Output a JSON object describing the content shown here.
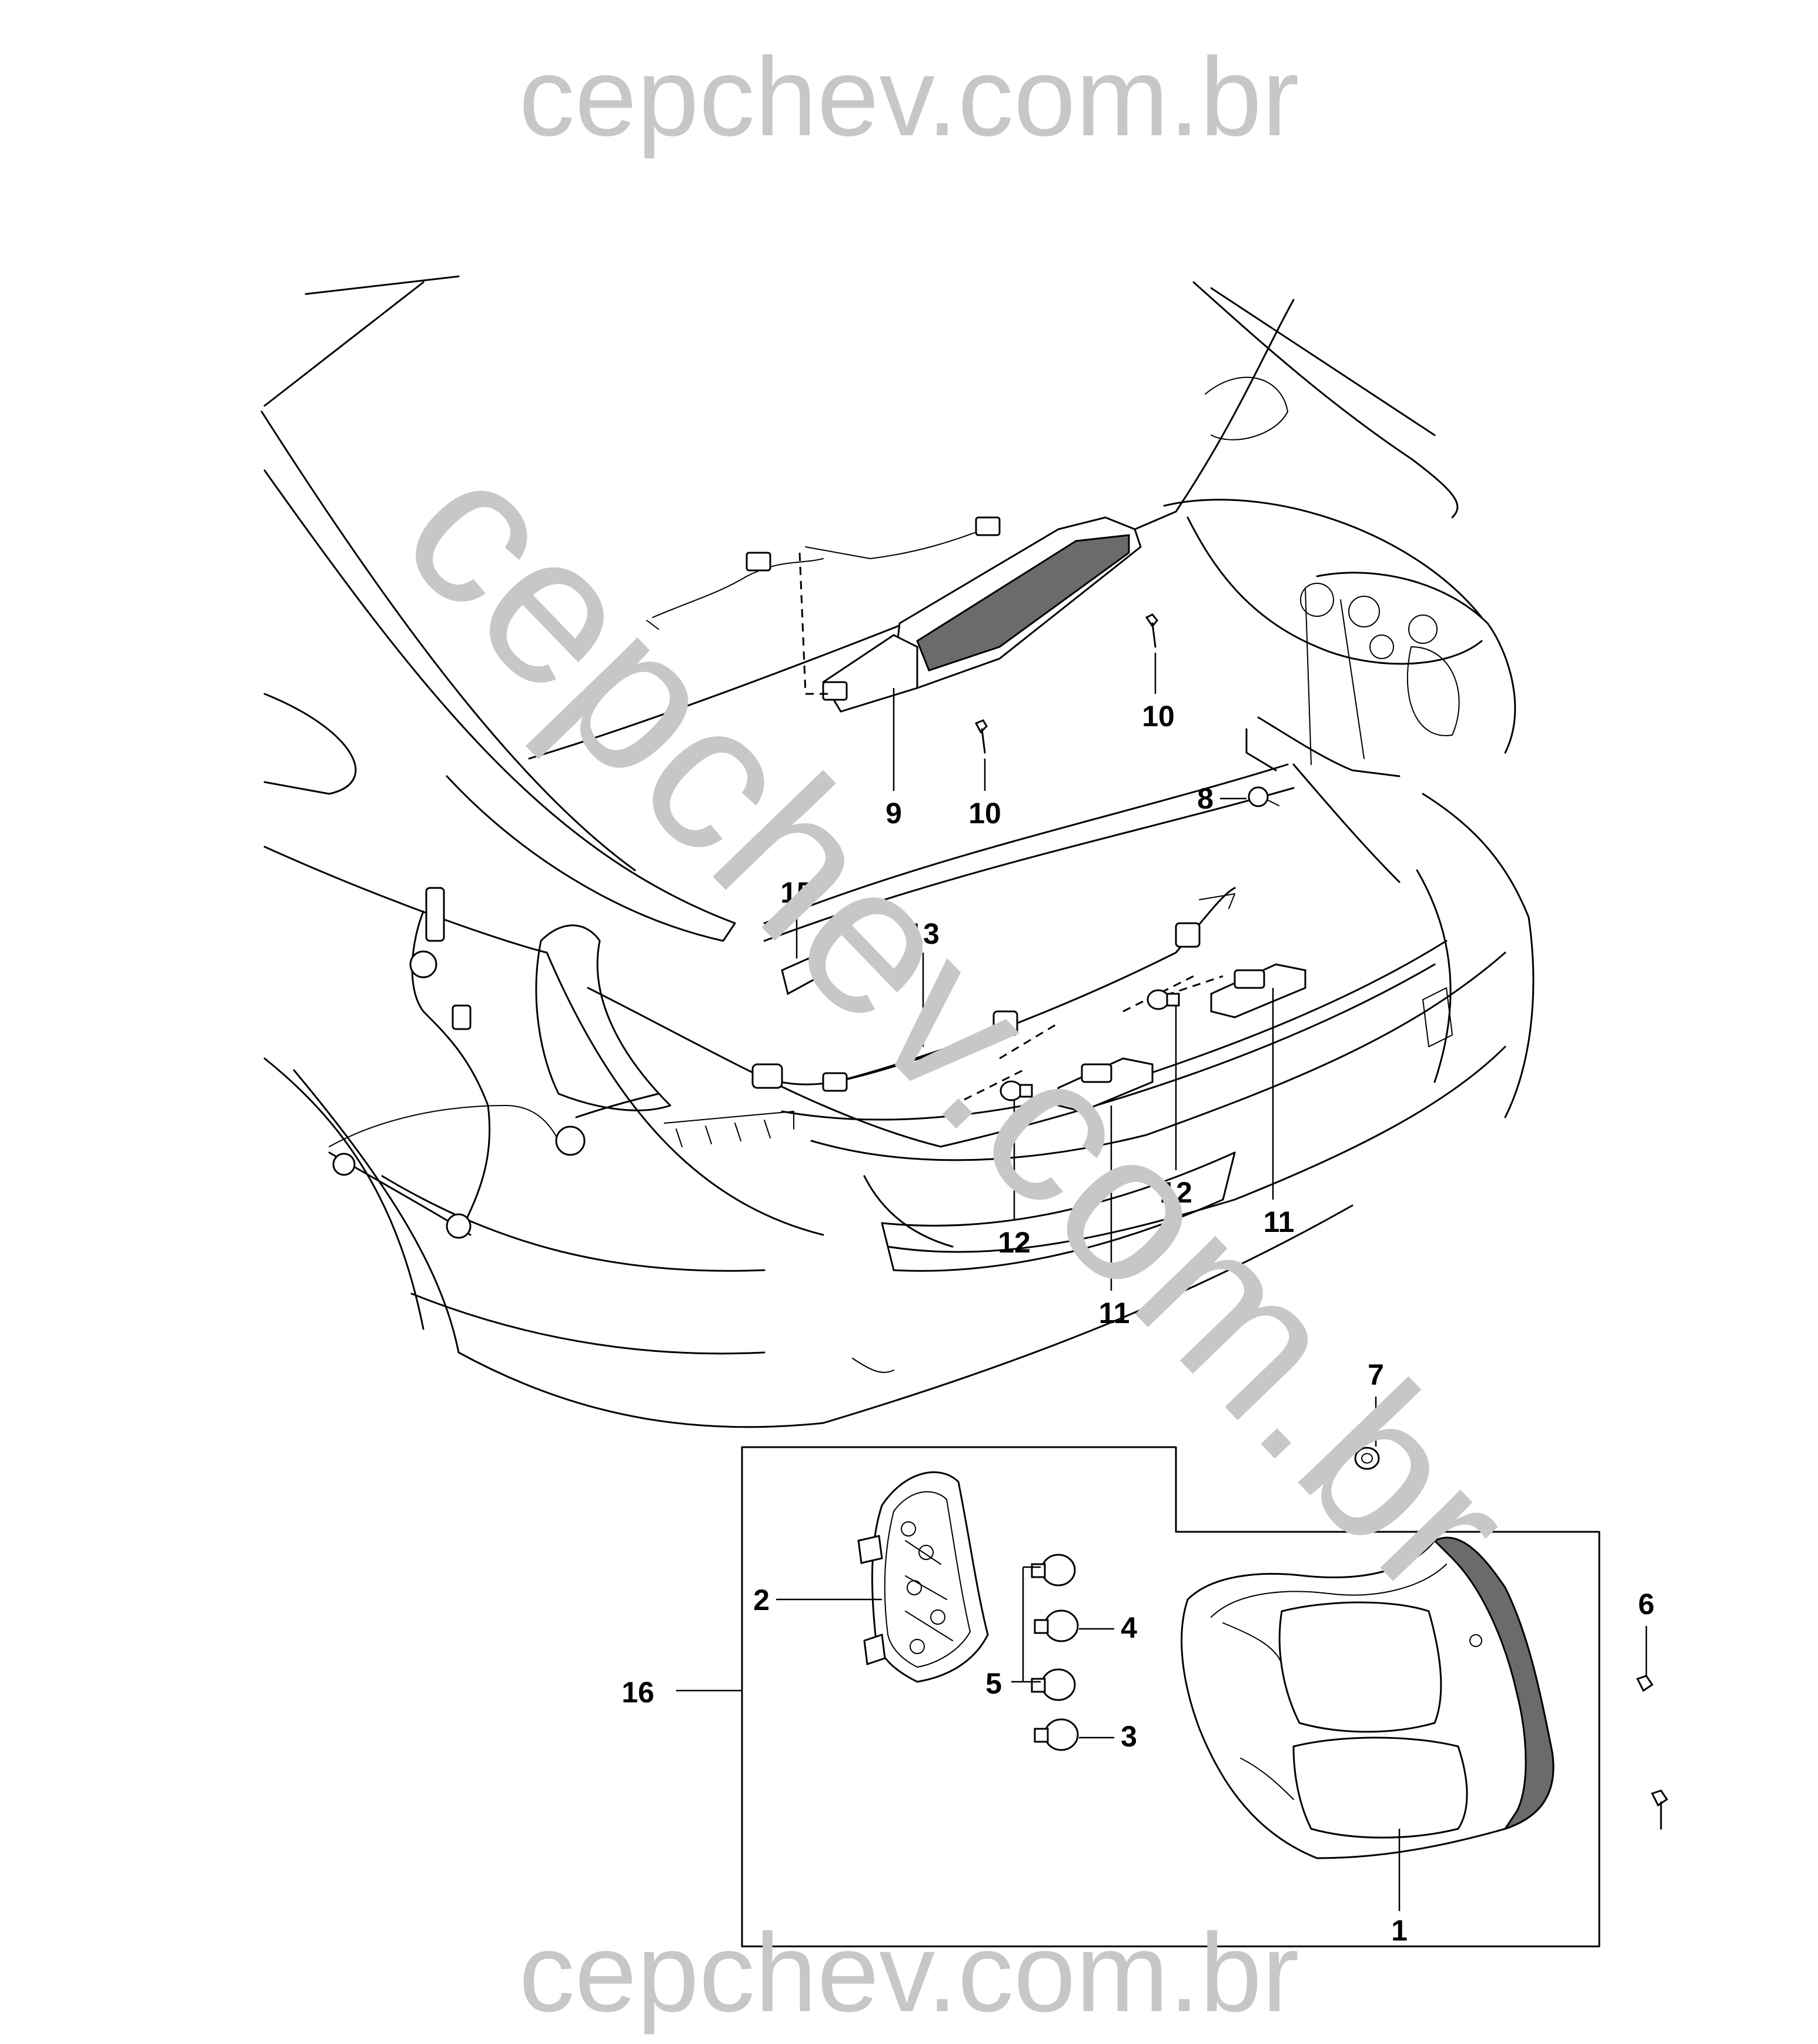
{
  "watermark": {
    "top": "cepchev.com.br",
    "bottom": "cepchev.com.br",
    "diagonal": "cepchev.com.br"
  },
  "callouts": {
    "c1": "1",
    "c2": "2",
    "c3": "3",
    "c4": "4",
    "c5": "5",
    "c6": "6",
    "c7": "7",
    "c8": "8",
    "c9": "9",
    "c10a": "10",
    "c10b": "10",
    "c11a": "11",
    "c11b": "11",
    "c12a": "12",
    "c12b": "12",
    "c13": "13",
    "c15": "15",
    "c16": "16"
  }
}
